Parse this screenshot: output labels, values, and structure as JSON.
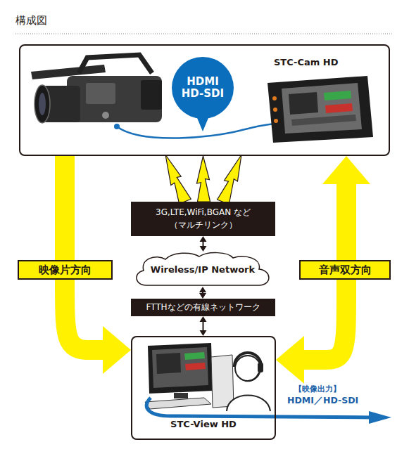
{
  "diagram": {
    "title": "構成図",
    "nodes": [
      {
        "text": [
          "STC-Cam HD"
        ]
      },
      {
        "text": [
          "HDMI HD-SDI"
        ],
        "in": 0
      },
      {
        "text": [
          "3G,LTE,WiFi,BGAN など （マルチリンク）"
        ]
      },
      {
        "text": [
          "Wireless/IP Network"
        ]
      },
      {
        "text": [
          "FTTHなどの有線ネットワーク"
        ]
      },
      {
        "text": [
          "STC-View HD"
        ]
      }
    ],
    "edges": [
      {
        "from": 2,
        "to": 0,
        "arrow": "none"
      },
      {
        "from": 2,
        "to": 3,
        "arrow": "both"
      },
      {
        "from": 3,
        "to": 4,
        "arrow": "both"
      },
      {
        "from": 4,
        "to": 5,
        "arrow": "both"
      },
      {
        "from": 0,
        "to": 5,
        "arrow": "to",
        "label": "映像片方向"
      },
      {
        "from": 0,
        "to": 5,
        "arrow": "both",
        "label": "音声双方向"
      }
    ],
    "labels": [
      "【映像出力】",
      "HDMI／HD-SDI"
    ]
  }
}
